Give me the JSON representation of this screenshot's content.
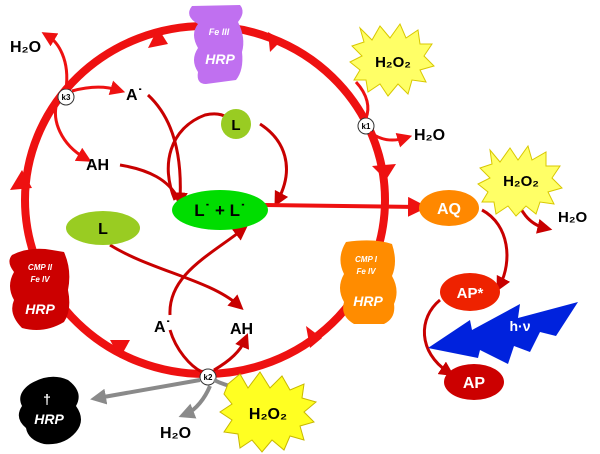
{
  "labels": {
    "h2o_top_left": "H₂O",
    "h2o_right": "H₂O",
    "h2o_far_right": "H₂O",
    "h2o_bottom": "H₂O",
    "h2o2_top": "H₂O₂",
    "h2o2_right": "H₂O₂",
    "h2o2_bottom": "H₂O₂",
    "k3": "k3",
    "k1": "k1",
    "k2": "k2",
    "a_radical_top": "A˙",
    "ah_left": "AH",
    "l_small": "L",
    "l_complex": "L˙ + L˙",
    "l_oval": "L",
    "a_radical_bottom": "A˙",
    "ah_bottom": "AH",
    "aq": "AQ",
    "ap_star": "AP*",
    "hv": "h·ν",
    "ap": "AP",
    "hrp_fe3_state": "Fe III",
    "hrp_fe3_name": "HRP",
    "cmp1_line1": "CMP I",
    "cmp1_line2": "Fe IV",
    "cmp1_name": "HRP",
    "cmp2_line1": "CMP II",
    "cmp2_line2": "Fe IV",
    "cmp2_name": "HRP",
    "dead_cross": "†",
    "dead_name": "HRP"
  },
  "colors": {
    "cycle_red": "#ee1111",
    "dark_red": "#c80000",
    "hrp_fe3": "#c070f0",
    "cmp1": "#ff8c00",
    "cmp2": "#cc0000",
    "green_light": "#99cc22",
    "green_bright": "#00dd00",
    "yellow": "#ffff44",
    "orange": "#ff8800",
    "ap_red": "#ee2200",
    "blue": "#0022dd",
    "gray": "#8a8a8a"
  }
}
